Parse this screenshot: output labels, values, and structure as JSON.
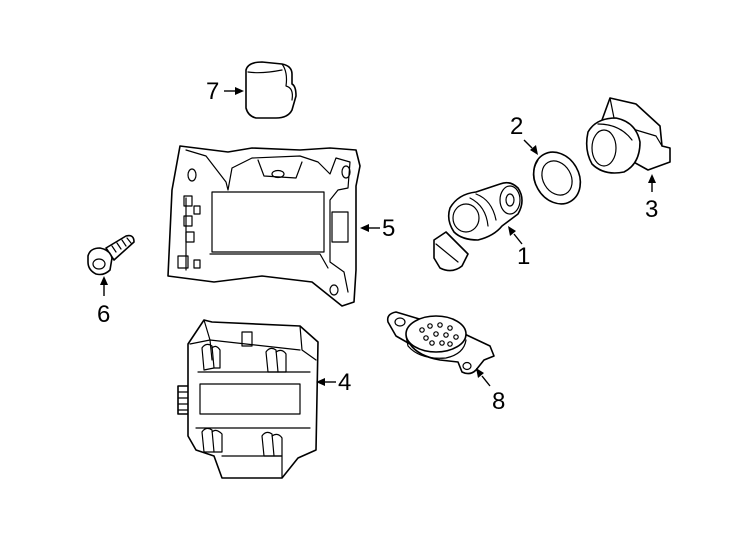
{
  "callouts": {
    "c1": "1",
    "c2": "2",
    "c3": "3",
    "c4": "4",
    "c5": "5",
    "c6": "6",
    "c7": "7",
    "c8": "8"
  },
  "colors": {
    "line": "#000000",
    "background": "#ffffff"
  },
  "parts": [
    {
      "callout": "1",
      "icon": "parking-sensor-icon"
    },
    {
      "callout": "2",
      "icon": "sensor-seal-ring-icon"
    },
    {
      "callout": "3",
      "icon": "sensor-holder-bracket-icon"
    },
    {
      "callout": "4",
      "icon": "control-module-icon"
    },
    {
      "callout": "5",
      "icon": "module-mounting-bracket-icon"
    },
    {
      "callout": "6",
      "icon": "bolt-icon"
    },
    {
      "callout": "7",
      "icon": "connector-cap-icon"
    },
    {
      "callout": "8",
      "icon": "buzzer-speaker-icon"
    }
  ]
}
